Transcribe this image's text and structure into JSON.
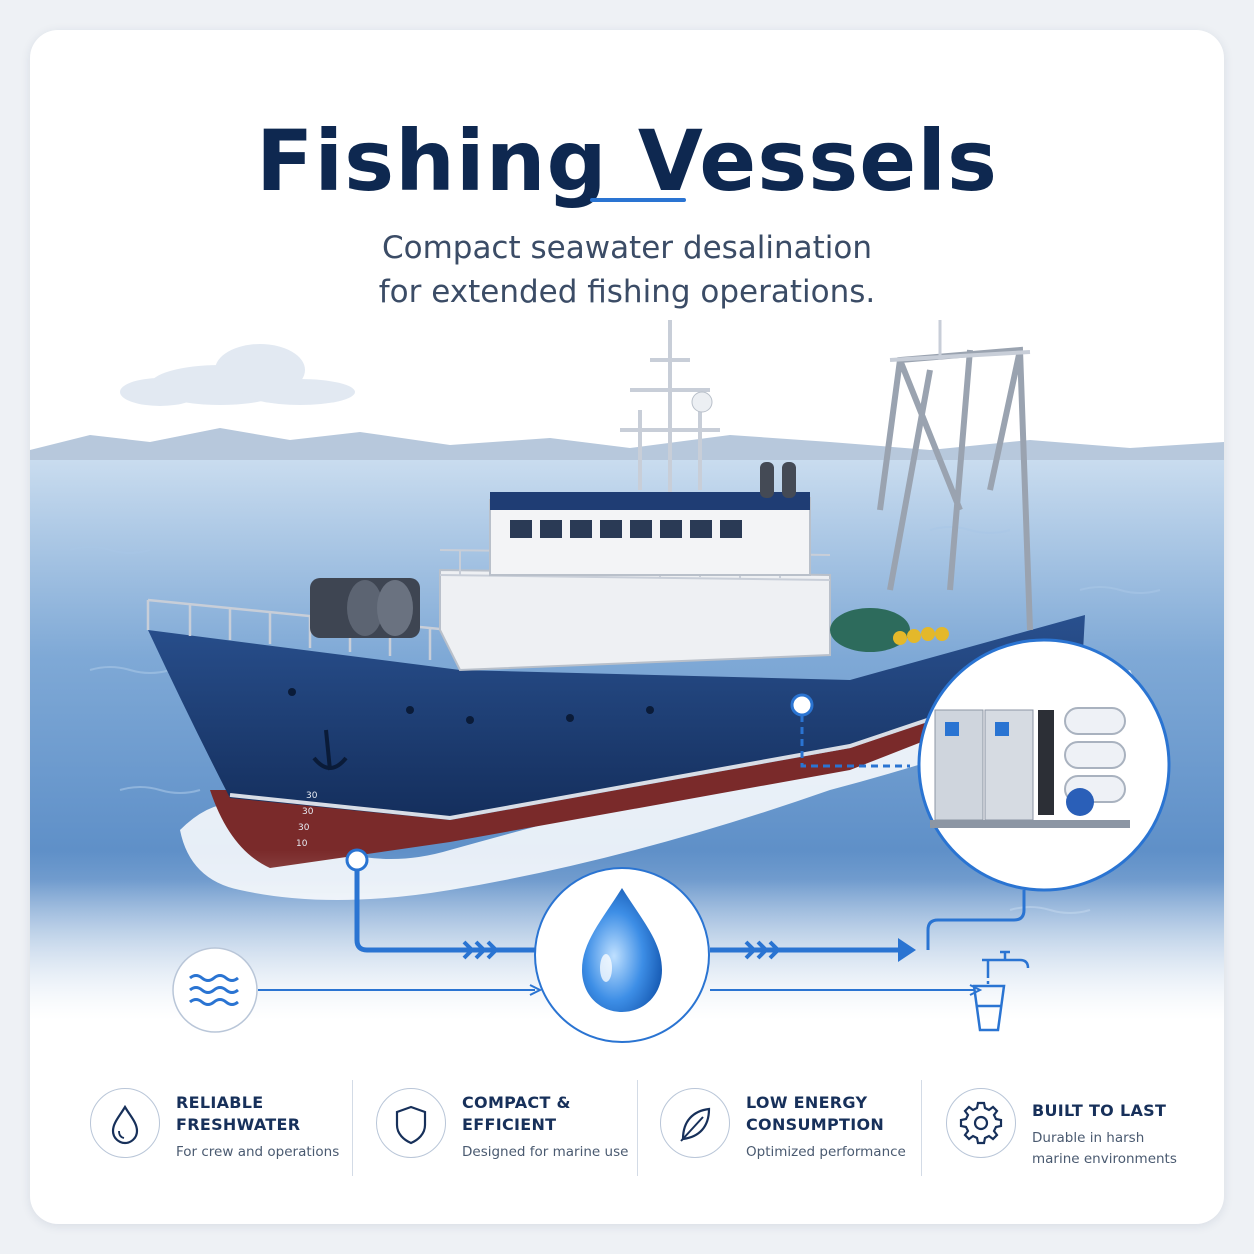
{
  "header": {
    "title": "Fishing Vessels",
    "subtitle_lines": [
      "Compact seawater desalination",
      "for extended fishing operations."
    ]
  },
  "scene": {
    "hull_marks": [
      "30",
      "30",
      "30",
      "10"
    ],
    "icons": [
      "waves-icon",
      "water-drop-icon",
      "desalination-unit-icon",
      "faucet-glass-icon"
    ]
  },
  "features": [
    {
      "icon": "water-drop-icon",
      "title_lines": [
        "RELIABLE",
        "FRESHWATER"
      ],
      "desc_lines": [
        "For crew and operations"
      ]
    },
    {
      "icon": "shield-icon",
      "title_lines": [
        "COMPACT &",
        "EFFICIENT"
      ],
      "desc_lines": [
        "Designed for marine use"
      ]
    },
    {
      "icon": "leaf-icon",
      "title_lines": [
        "LOW ENERGY",
        "CONSUMPTION"
      ],
      "desc_lines": [
        "Optimized performance"
      ]
    },
    {
      "icon": "gear-icon",
      "title_lines": [
        "BUILT TO LAST"
      ],
      "desc_lines": [
        "Durable in harsh",
        "marine environments"
      ]
    }
  ],
  "colors": {
    "title": "#0e2850",
    "accent": "#2a74d2",
    "hull": "#1f3d74",
    "hull_bottom": "#7a2a2a",
    "sea": "#6e9fd0"
  }
}
